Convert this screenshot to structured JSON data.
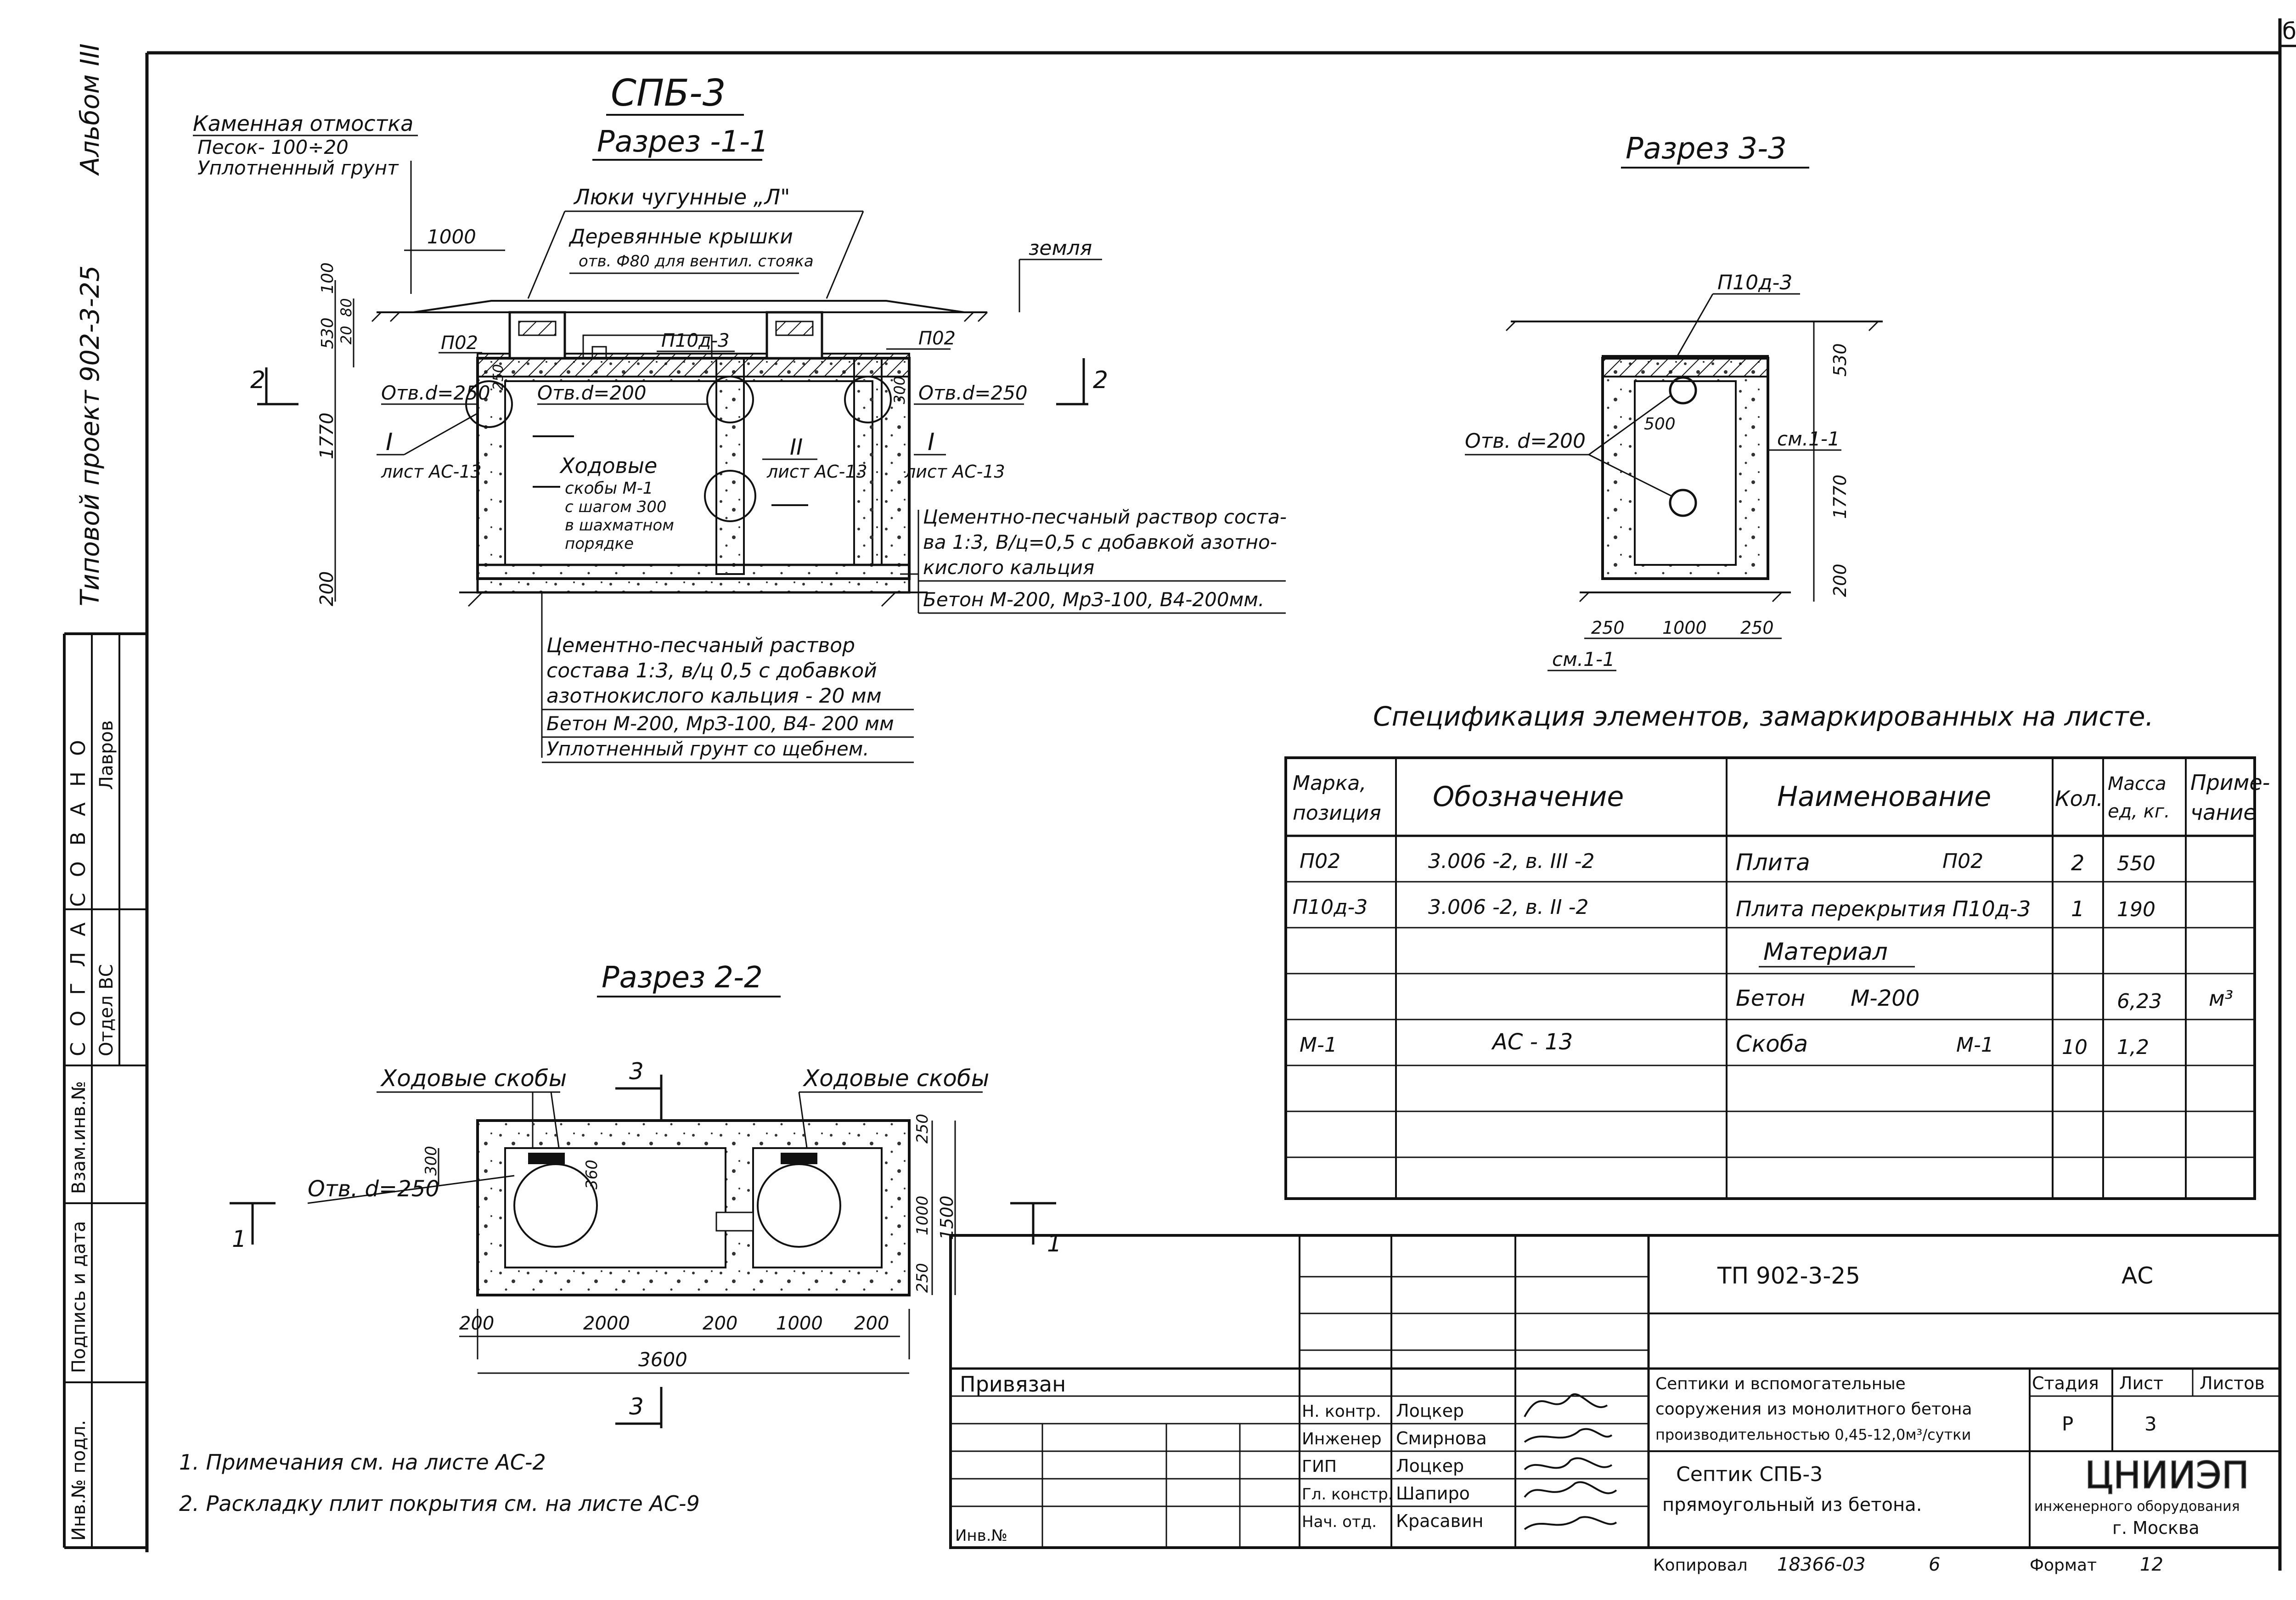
{
  "sheet": {
    "album_label": "Альбом III",
    "project_label": "Типовой проект 902-3-25",
    "top_title": "СПБ-3",
    "top_corner_mark": "б"
  },
  "approval_strip": {
    "title": "С О Г Л А С О В А Н О",
    "col1_label": "Отдел ВС",
    "col2_label": "Лавров",
    "field_vzam": "Взам.инв.№",
    "field_sign": "Подпись и дата",
    "field_inv": "Инв.№ подл."
  },
  "section_1_1": {
    "title": "Разрез -1-1",
    "stone_paving": "Каменная отмостка",
    "sand": "Песок- 100÷20",
    "compacted": "Уплотненный грунт",
    "hatches": "Люки чугунные „Л\"",
    "wood_covers": "Деревянные крышки",
    "vent_hole": "отв. Ф80 для вентил. стояка",
    "ground": "земля",
    "dim_1000": "1000",
    "dim_100": "100",
    "dim_530": "530",
    "dim_20": "20",
    "dim_80": "80",
    "dim_250": "250",
    "dim_1770": "1770",
    "dim_200": "200",
    "dim_300": "300",
    "p02_left": "П02",
    "p02_right": "П02",
    "p10d3": "П10д-3",
    "hole_250_left": "Отв.d=250",
    "hole_200": "Отв.d=200",
    "hole_250_right": "Отв.d=250",
    "cut_mark": "2",
    "node_I_left": "I",
    "node_II": "II",
    "node_I_right": "I",
    "sheet_ref_left": "лист АС-13",
    "sheet_ref_mid": "лист АС-13",
    "sheet_ref_right": "лист АС-13",
    "rungs_1": "Ходовые",
    "rungs_2": "скобы М-1",
    "rungs_3": "с шагом 300",
    "rungs_4": "в шахматном",
    "rungs_5": "порядке",
    "mortar_r1": "Цементно-песчаный раствор соста-",
    "mortar_r2": "ва 1:3, В/ц=0,5 с добавкой азотно-",
    "mortar_r3": "кислого кальция",
    "concrete_r": "Бетон М-200, МрЗ-100, В4-200мм.",
    "mortar_b1": "Цементно-песчаный раствор",
    "mortar_b2": "состава 1:3, в/ц 0,5 с добавкой",
    "mortar_b3": "азотнокислого кальция - 20 мм",
    "concrete_b": "Бетон М-200, МрЗ-100, В4- 200 мм",
    "gravel_b": "Уплотненный грунт со щебнем."
  },
  "section_3_3": {
    "title": "Разрез 3-3",
    "slab": "П10д-3",
    "hole": "Отв. d=200",
    "dim_500": "500",
    "dim_530": "530",
    "dim_1770": "1770",
    "dim_200": "200",
    "dim_250a": "250",
    "dim_1000": "1000",
    "dim_250b": "250",
    "sm_right": "см.1-1",
    "sm_bottom": "см.1-1"
  },
  "section_2_2": {
    "title": "Разрез 2-2",
    "rungs_left": "Ходовые скобы",
    "rungs_right": "Ходовые скобы",
    "hole": "Отв. d=250",
    "cut_3": "3",
    "cut_1": "1",
    "dim_300": "300",
    "dim_360": "360",
    "dim_250t": "250",
    "dim_1000": "1000",
    "dim_250b": "250",
    "dim_1500": "1500",
    "d200a": "200",
    "d2000": "2000",
    "d200b": "200",
    "d1000": "1000",
    "d200c": "200",
    "d3600": "3600"
  },
  "spec": {
    "title": "Спецификация элементов, замаркированных на листе.",
    "headers": [
      "Марка, позиция",
      "Обозначение",
      "Наименование",
      "Кол.",
      "Масса ед, кг.",
      "Приме- чание"
    ],
    "rows": [
      {
        "mark": "П02",
        "code": "3.006 -2, в. III -2",
        "name": "Плита",
        "name2": "П02",
        "qty": "2",
        "mass": "550",
        "note": ""
      },
      {
        "mark": "П10д-3",
        "code": "3.006 -2, в. II -2",
        "name": "Плита перекрытия П10д-3",
        "name2": "",
        "qty": "1",
        "mass": "190",
        "note": ""
      },
      {
        "mark": "",
        "code": "",
        "name": "Материал",
        "name2": "",
        "qty": "",
        "mass": "",
        "note": ""
      },
      {
        "mark": "",
        "code": "",
        "name": "Бетон",
        "name2": "М-200",
        "qty": "",
        "mass": "6,23",
        "note": "м³"
      },
      {
        "mark": "М-1",
        "code": "АС - 13",
        "name": "Скоба",
        "name2": "М-1",
        "qty": "10",
        "mass": "1,2",
        "note": ""
      }
    ]
  },
  "title_block": {
    "code": "ТП 902-3-25",
    "mark": "АС",
    "bound": "Привязан",
    "inv": "Инв.№",
    "desc1": "Септики и вспомогательные",
    "desc2": "сооружения из монолитного бетона",
    "desc3": "производительностью 0,45-12,0м³/сутки",
    "sheet_name1": "Септик СПБ-3",
    "sheet_name2": "прямоугольный из бетона.",
    "stage_h": "Стадия",
    "list_h": "Лист",
    "lists_h": "Листов",
    "stage": "Р",
    "list": "3",
    "org1": "ЦНИИЭП",
    "org2": "инженерного оборудования",
    "org3": "г. Москва",
    "roles": [
      {
        "role": "Н. контр.",
        "name": "Лоцкер"
      },
      {
        "role": "Инженер",
        "name": "Смирнова"
      },
      {
        "role": "ГИП",
        "name": "Лоцкер"
      },
      {
        "role": "Гл. констр.",
        "name": "Шапиро"
      },
      {
        "role": "Нач. отд.",
        "name": "Красавин"
      }
    ],
    "copied": "Копировал",
    "copy_no": "18366-03",
    "copy_six": "6",
    "format": "Формат",
    "format_no": "12"
  },
  "notes": {
    "n1": "1. Примечания см. на листе АС-2",
    "n2": "2. Раскладку плит покрытия см. на листе АС-9"
  }
}
